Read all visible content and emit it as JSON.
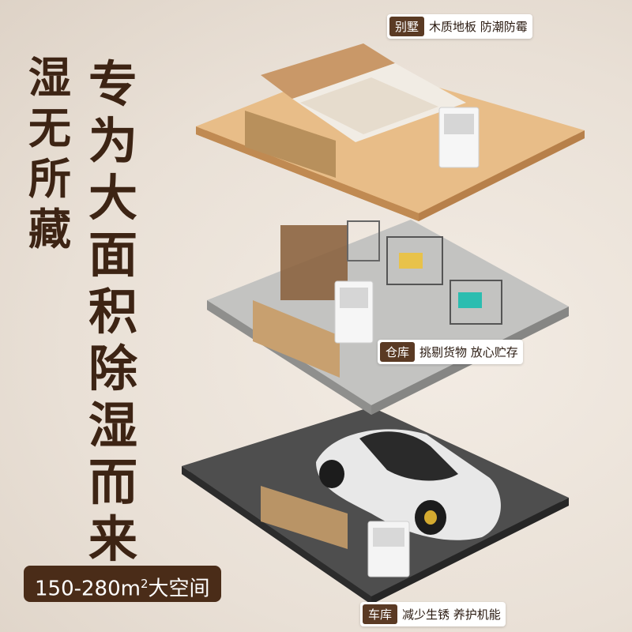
{
  "slogan_left": [
    "湿",
    "无",
    "所",
    "藏"
  ],
  "slogan_right": [
    "专",
    "为",
    "大",
    "面",
    "积",
    "除",
    "湿",
    "而",
    "来"
  ],
  "tags": {
    "villa": {
      "label": "别墅",
      "text": "木质地板  防潮防霉"
    },
    "warehouse": {
      "label": "仓库",
      "text": "挑剔货物  放心贮存"
    },
    "garage": {
      "label": "车库",
      "text": "减少生锈  养护机能"
    }
  },
  "area_badge": {
    "prefix": "150-280m",
    "sup": "2",
    "suffix": "大空间"
  },
  "colors": {
    "brown_dark": "#3d2414",
    "badge_bg": "#4a2c18",
    "tag_label_bg": "#5a3a24",
    "wood_floor": "#e2b27a",
    "concrete_floor": "#bdbdbb",
    "asphalt_floor": "#4a4a4a"
  }
}
